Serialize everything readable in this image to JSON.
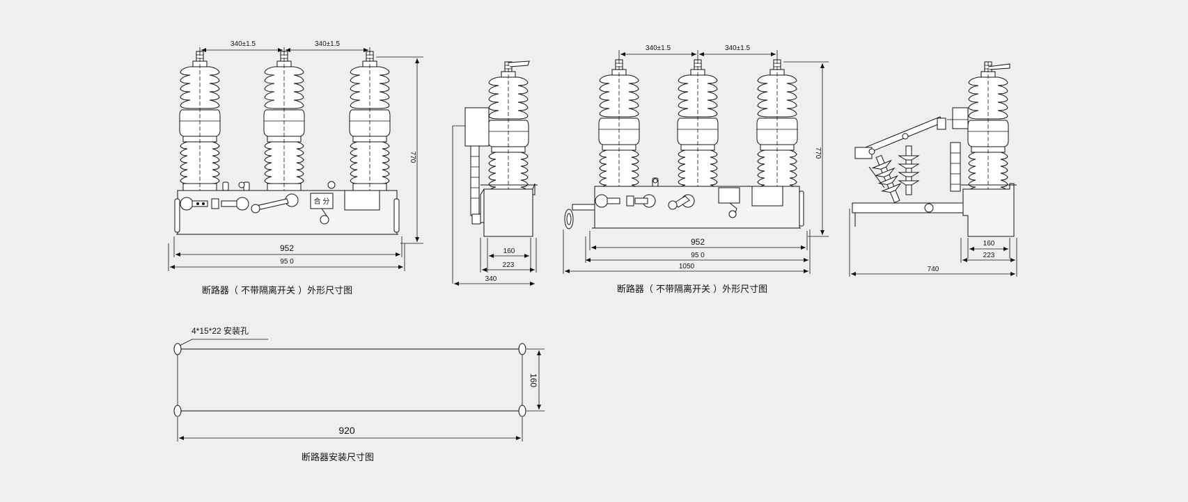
{
  "labels": {
    "front1_dim_top_left": "340±1.5",
    "front1_dim_top_right": "340±1.5",
    "front1_dim_height": "770",
    "front1_dim_952": "952",
    "front1_dim_950": "95 0",
    "front1_window": "合 分",
    "side1_dim_160": "160",
    "side1_dim_223": "223",
    "side1_dim_340": "340",
    "caption_1": "断路器（ 不带隔离开关 ）外形尺寸图",
    "front2_dim_top_left": "340±1.5",
    "front2_dim_top_right": "340±1.5",
    "front2_dim_height": "770",
    "front2_dim_952": "952",
    "front2_dim_950": "95 0",
    "front2_dim_1050": "1050",
    "side2_dim_160": "160",
    "side2_dim_223": "223",
    "side2_dim_740": "740",
    "caption_2": "断路器（ 不带隔离开关 ）外形尺寸图",
    "mount_holes": "4*15*22  安装孔",
    "mount_dim_160": "160",
    "mount_dim_920": "920",
    "caption_3": "断路器安装尺寸图"
  }
}
